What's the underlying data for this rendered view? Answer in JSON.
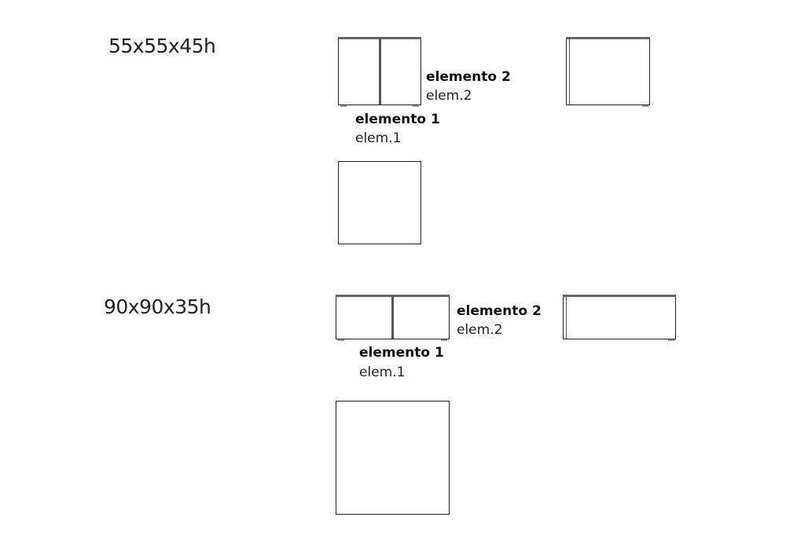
{
  "sizes": [
    {
      "dimension": "55x55x45h",
      "element2_label": "elemento 2",
      "element2_abbr": "elem.2",
      "element1_label": "elemento 1",
      "element1_abbr": "elem.1"
    },
    {
      "dimension": "90x90x35h",
      "element2_label": "elemento 2",
      "element2_abbr": "elem.2",
      "element1_label": "elemento 1",
      "element1_abbr": "elem.1"
    }
  ]
}
